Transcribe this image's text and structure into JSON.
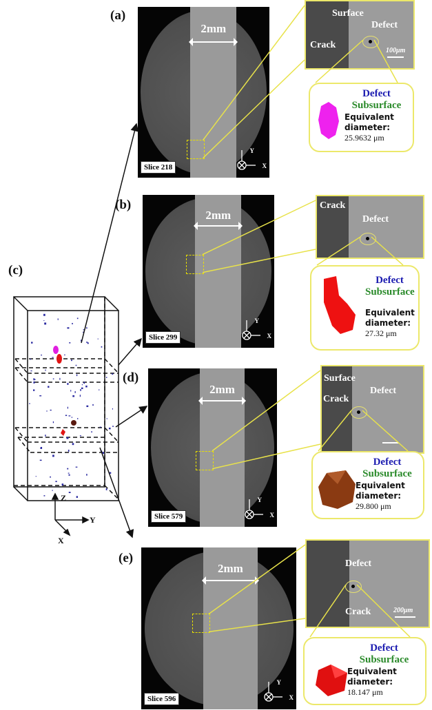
{
  "figure": {
    "panel_c": {
      "label": "(c)",
      "axes": {
        "z": "Z",
        "y": "Y",
        "x": "X"
      }
    },
    "panels": [
      {
        "id": "a",
        "label": "(a)",
        "scale": "2mm",
        "slice": "Slice 218",
        "axis_y": "Y",
        "axis_x": "X",
        "inset_labels": [
          "Surface",
          "Defect",
          "Crack"
        ],
        "scalebar": "100μm",
        "callout": {
          "title": "Defect",
          "type": "Subsurface",
          "eq": "Equivalent",
          "diam": "diameter:",
          "value": "25.9632 μm",
          "shape_color": "#ee22ee"
        }
      },
      {
        "id": "b",
        "label": "(b)",
        "scale": "2mm",
        "slice": "Slice 299",
        "axis_y": "Y",
        "axis_x": "X",
        "inset_labels": [
          "Crack",
          "Defect"
        ],
        "callout": {
          "title": "Defect",
          "type": "Subsurface",
          "eq": "Equivalent",
          "diam": "diameter:",
          "value": "27.32 μm",
          "shape_color": "#ee1111"
        }
      },
      {
        "id": "d",
        "label": "(d)",
        "scale": "2mm",
        "slice": "Slice 579",
        "axis_y": "Y",
        "axis_x": "X",
        "inset_labels": [
          "Surface",
          "Crack",
          "Defect"
        ],
        "callout": {
          "title": "Defect",
          "type": "Subsurface",
          "eq": "Equivalent",
          "diam": "diameter:",
          "value": "29.800 μm",
          "shape_color": "#8a3a12"
        }
      },
      {
        "id": "e",
        "label": "(e)",
        "scale": "2mm",
        "slice": "Slice 596",
        "axis_y": "Y",
        "axis_x": "X",
        "inset_labels": [
          "Defect",
          "Crack"
        ],
        "scalebar": "200μm",
        "callout": {
          "title": "Defect",
          "type": "Subsurface",
          "eq": "Equivalent",
          "diam": "diameter:",
          "value": "18.147 μm",
          "shape_color": "#e01010"
        }
      }
    ]
  }
}
